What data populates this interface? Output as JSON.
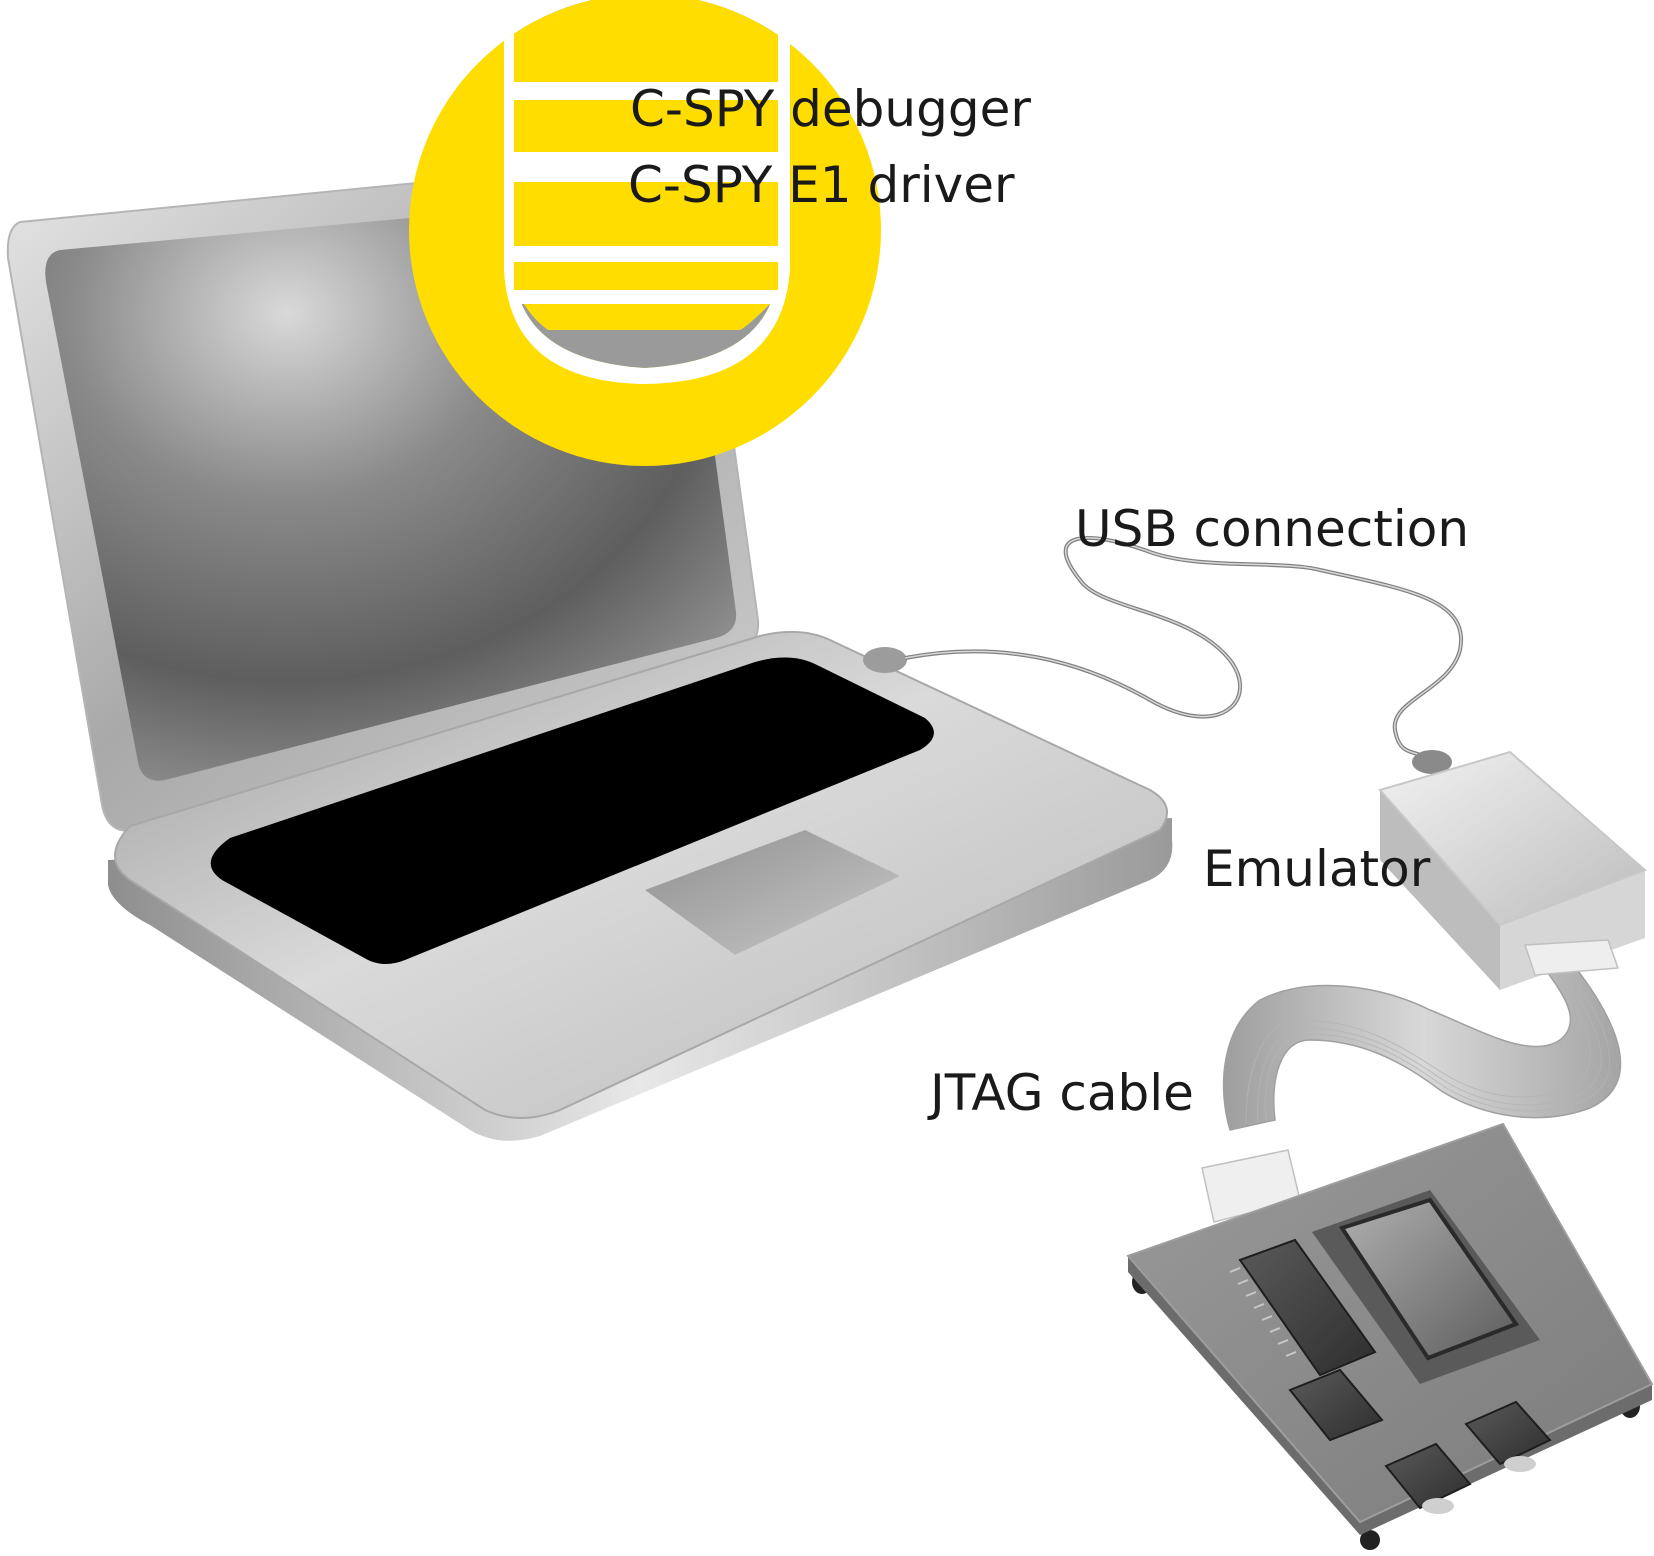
{
  "labels": {
    "debugger": "C-SPY debugger",
    "driver": "C-SPY E1 driver",
    "usb": "USB connection",
    "emulator": "Emulator",
    "jtag": "JTAG cable"
  },
  "colors": {
    "accent_yellow": "#FFDD00",
    "keyboard_black": "#000000",
    "laptop_silver": "#c4c4c4",
    "screen_gray": "#6a6a6a",
    "board_gray": "#8c8c8c",
    "chip_dark": "#3c3c3c"
  }
}
